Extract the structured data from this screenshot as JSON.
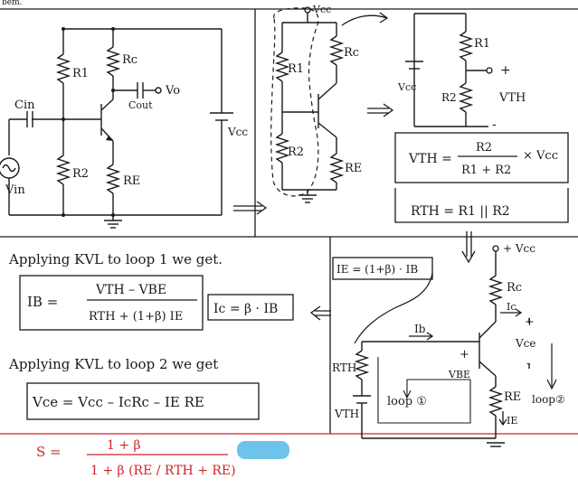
{
  "header_fragment": "bem.",
  "panel1": {
    "cin": "Cin",
    "r1": "R1",
    "rc": "Rc",
    "vo": "Vo",
    "cout": "Cout",
    "r2": "R2",
    "re": "RE",
    "vin": "Vin",
    "vcc": "Vcc"
  },
  "panel2": {
    "vcc": "Vcc",
    "r1": "R1",
    "rc": "Rc",
    "r2": "R2",
    "re": "RE"
  },
  "panel3": {
    "r1": "R1",
    "r2": "R2",
    "vcc": "Vcc",
    "vth": "VTH",
    "plus": "+",
    "minus": "-",
    "vth_formula_lhs": "VTH =",
    "vth_formula_num": "R2",
    "vth_formula_den": "R1 + R2",
    "vth_formula_tail": "× Vcc",
    "rth_formula": "RTH = R1 || R2"
  },
  "kvl1": {
    "heading": "Applying KVL to loop 1 we get.",
    "ib_lhs": "IB =",
    "ib_num": "VTH – VBE",
    "ib_den": "RTH + (1+β) IE",
    "ic_formula": "Ic = β · IB"
  },
  "ie_formula": "IE = (1+β) · IB",
  "kvl2": {
    "heading": "Applying KVL to loop 2 we get",
    "vce_formula": "Vce = Vcc – IcRc – IE RE"
  },
  "panel4": {
    "vcc": "+ Vcc",
    "rc": "Rc",
    "ic": "Ic",
    "vce": "Vce",
    "ib": "Ib",
    "rth": "RTH",
    "vbe": "VBE",
    "loop1": "loop ①",
    "re": "RE",
    "ie": "IE",
    "loop2": "loop②",
    "vth": "VTH",
    "plus": "+",
    "minus": "-"
  },
  "stability": {
    "lhs": "S =",
    "num": "1 + β",
    "den": "1 + β (RE / RTH + RE)"
  },
  "colors": {
    "ink": "#1a1a1a",
    "red_ink": "#d2232a",
    "redaction": "#6ec3ea"
  }
}
